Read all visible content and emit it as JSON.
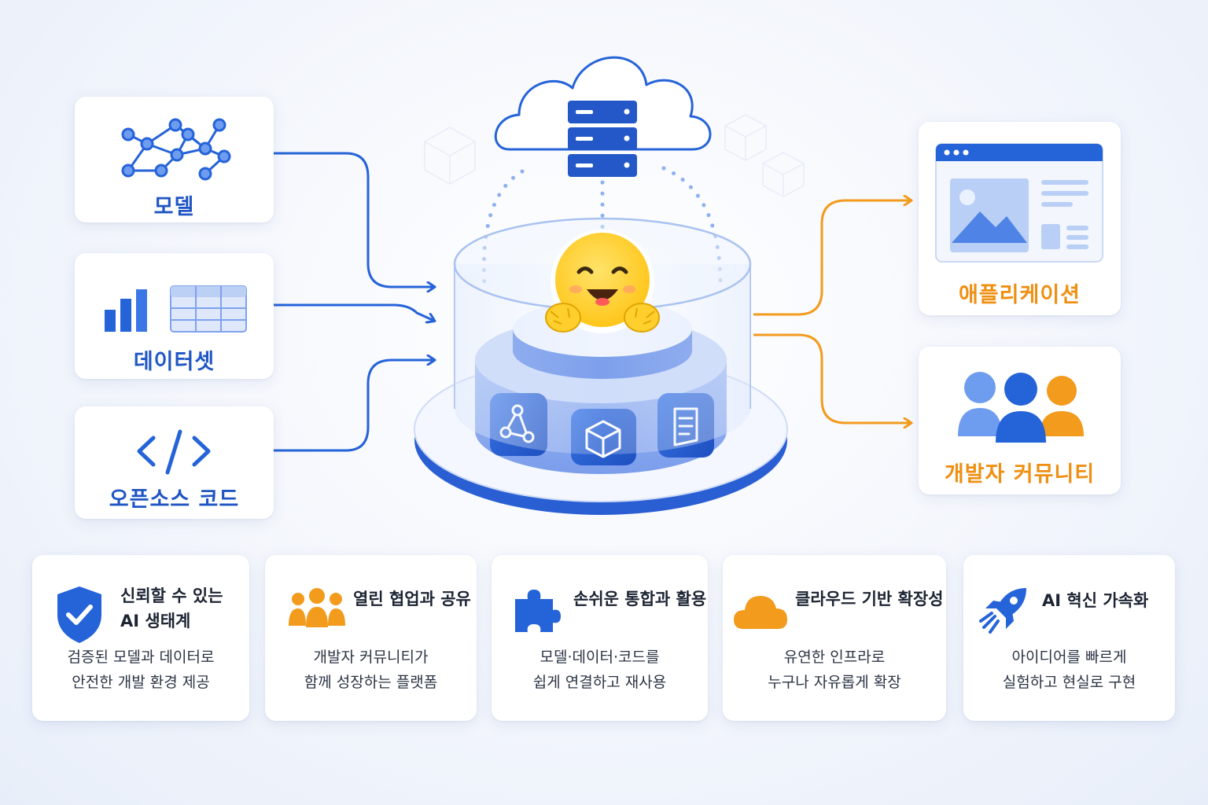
{
  "inputs": {
    "model_label": "모델",
    "dataset_label": "데이터셋",
    "code_label": "오픈소스 코드"
  },
  "outputs": {
    "app_label": "애플리케이션",
    "community_label": "개발자 커뮤니티"
  },
  "features": [
    {
      "title_line1": "신뢰할 수 있는",
      "title_line2": "AI 생태계",
      "desc_line1": "검증된 모델과 데이터로",
      "desc_line2": "안전한 개발 환경 제공",
      "icon": "shield-check-icon"
    },
    {
      "title_line1": "열린 협업과 공유",
      "title_line2": "",
      "desc_line1": "개발자 커뮤니티가",
      "desc_line2": "함께 성장하는 플랫폼",
      "icon": "people-group-icon"
    },
    {
      "title_line1": "손쉬운 통합과 활용",
      "title_line2": "",
      "desc_line1": "모델·데이터·코드를",
      "desc_line2": "쉽게 연결하고 재사용",
      "icon": "puzzle-icon"
    },
    {
      "title_line1": "클라우드 기반 확장성",
      "title_line2": "",
      "desc_line1": "유연한 인프라로",
      "desc_line2": "누구나 자유롭게 확장",
      "icon": "cloud-icon"
    },
    {
      "title_line1": "AI 혁신 가속화",
      "title_line2": "",
      "desc_line1": "아이디어를 빠르게",
      "desc_line2": "실험하고 현실로 구현",
      "icon": "rocket-icon"
    }
  ],
  "hub": {
    "mascot": "hugging-face-icon",
    "slot_icons": [
      "network-icon",
      "cube-icon",
      "document-icon"
    ],
    "cloud": "cloud-server-icon"
  },
  "colors": {
    "blue": "#2563d9",
    "dark_blue": "#1f55c4",
    "orange": "#f29b1d",
    "mascot_yellow": "#ffd21e"
  }
}
